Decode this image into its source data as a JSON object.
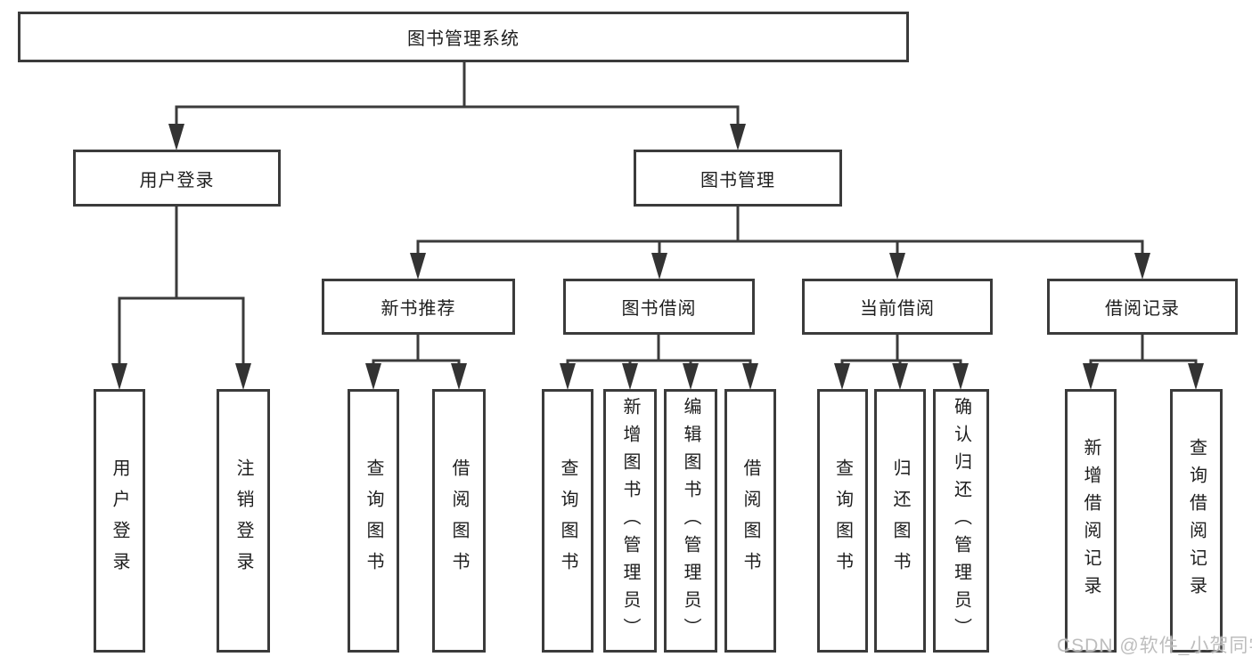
{
  "nodes": {
    "root": {
      "label": "图书管理系统"
    },
    "level2": [
      {
        "label": "用户登录"
      },
      {
        "label": "图书管理"
      }
    ],
    "level3": [
      {
        "label": "新书推荐",
        "parent": "图书管理"
      },
      {
        "label": "图书借阅",
        "parent": "图书管理"
      },
      {
        "label": "当前借阅",
        "parent": "图书管理"
      },
      {
        "label": "借阅记录",
        "parent": "图书管理"
      }
    ],
    "leaves": [
      {
        "label": "用户登录",
        "parent": "用户登录"
      },
      {
        "label": "注销登录",
        "parent": "用户登录"
      },
      {
        "label": "查询图书",
        "parent": "新书推荐"
      },
      {
        "label": "借阅图书",
        "parent": "新书推荐"
      },
      {
        "label": "查询图书",
        "parent": "图书借阅"
      },
      {
        "label": "新增图书（管理员）",
        "parent": "图书借阅"
      },
      {
        "label": "编辑图书（管理员）",
        "parent": "图书借阅"
      },
      {
        "label": "借阅图书",
        "parent": "图书借阅"
      },
      {
        "label": "查询图书",
        "parent": "当前借阅"
      },
      {
        "label": "归还图书",
        "parent": "当前借阅"
      },
      {
        "label": "确认归还（管理员）",
        "parent": "当前借阅"
      },
      {
        "label": "新增借阅记录",
        "parent": "借阅记录"
      },
      {
        "label": "查询借阅记录",
        "parent": "借阅记录"
      }
    ]
  },
  "watermark": "CSDN @软件_小贺同学",
  "colors": {
    "line": "#3b3b3b",
    "arrow_fill": "#333333",
    "text": "#1e1e1e",
    "watermark": "#b9b9b9",
    "background": "#ffffff"
  }
}
